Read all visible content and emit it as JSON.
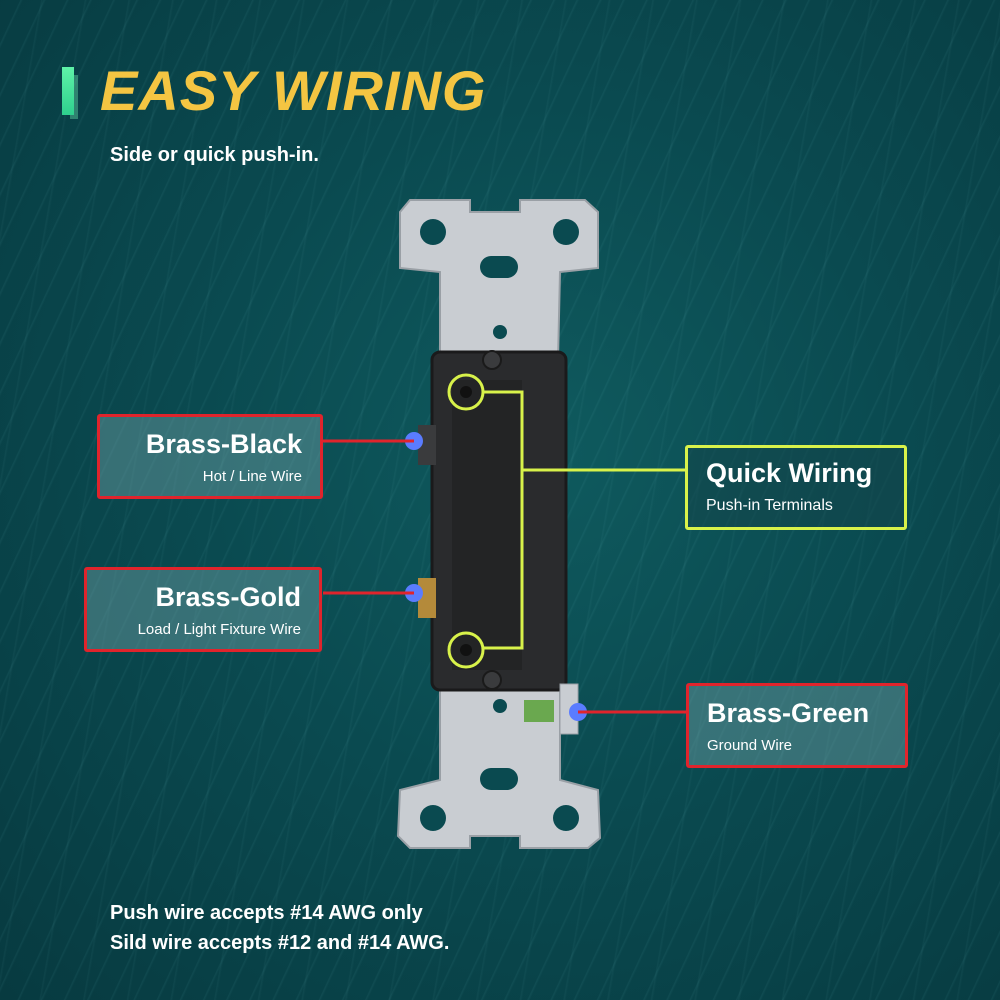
{
  "header": {
    "title": "EASY WIRING",
    "subtitle": "Side or quick push-in."
  },
  "labels": {
    "brass_black": {
      "title": "Brass-Black",
      "subtitle": "Hot / Line Wire"
    },
    "brass_gold": {
      "title": "Brass-Gold",
      "subtitle": "Load / Light Fixture Wire"
    },
    "quick_wiring": {
      "title": "Quick Wiring",
      "subtitle": "Push-in Terminals"
    },
    "brass_green": {
      "title": "Brass-Green",
      "subtitle": "Ground Wire"
    }
  },
  "footer": {
    "line1": "Push wire accepts #14 AWG only",
    "line2": "Sild wire accepts #12 and #14 AWG."
  },
  "colors": {
    "background": "#0a4a50",
    "title": "#f4c542",
    "accent_bar": "#3ee39a",
    "callout_red": "#e0242c",
    "callout_yellow": "#d8f24a",
    "plate": "#c9cdd2",
    "switch_body": "#2a2b2d"
  }
}
